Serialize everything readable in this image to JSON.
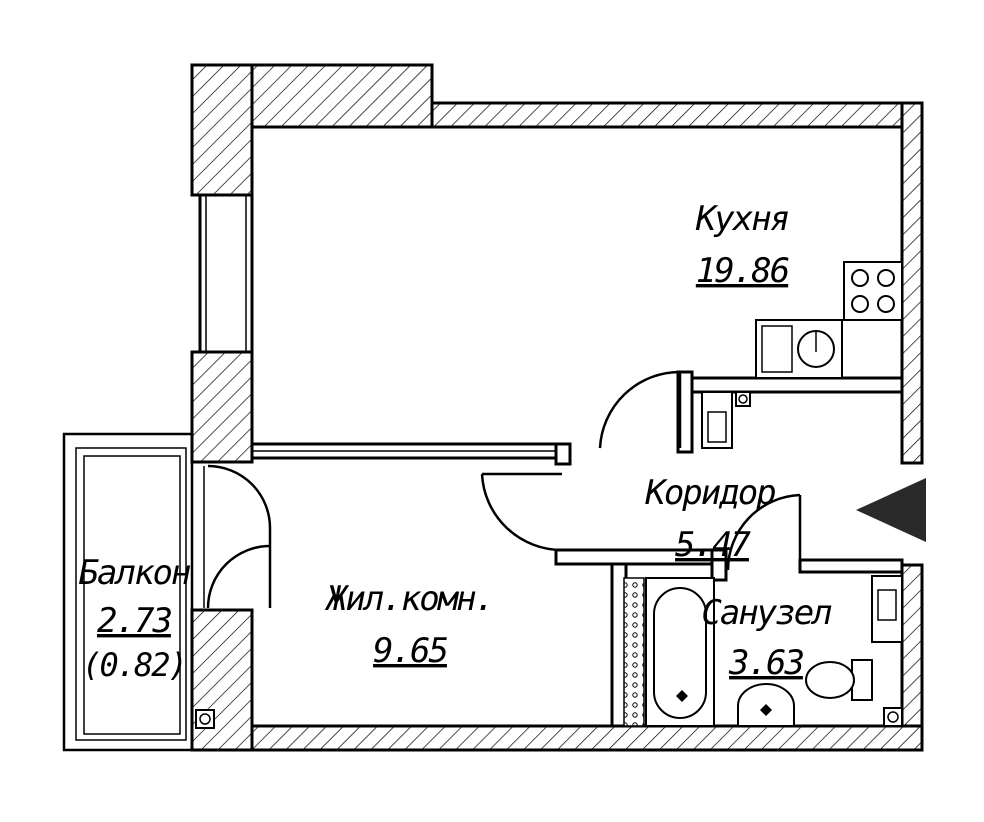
{
  "plan": {
    "rooms": {
      "kitchen": {
        "name": "Кухня",
        "area": "19.86"
      },
      "corridor": {
        "name": "Коридор",
        "area": "5.47"
      },
      "living": {
        "name": "Жил.комн.",
        "area": "9.65"
      },
      "bathroom": {
        "name": "Санузел",
        "area": "3.63"
      },
      "balcony": {
        "name": "Балкон",
        "area": "2.73",
        "area_reduced": "(0.82)"
      }
    },
    "entrance_icon": "entrance-arrow-icon",
    "colors": {
      "lines": "#000000",
      "background": "#ffffff"
    }
  }
}
